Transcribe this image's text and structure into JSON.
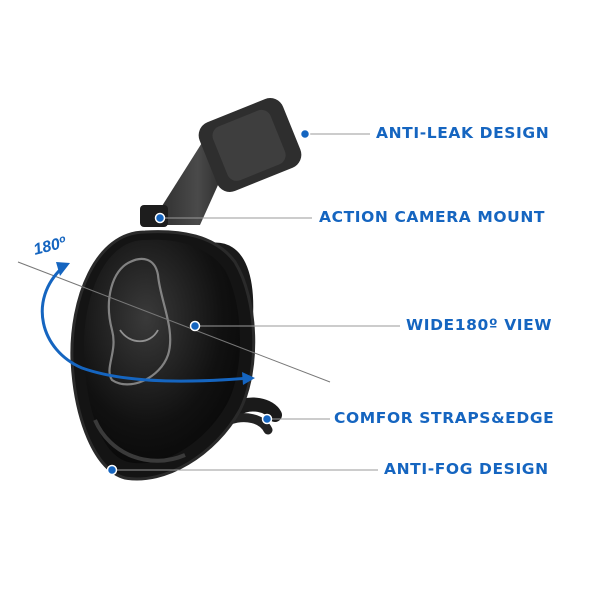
{
  "callouts": [
    {
      "id": "anti-leak",
      "label": "ANTI-LEAK DESIGN"
    },
    {
      "id": "camera-mount",
      "label": "ACTION CAMERA MOUNT"
    },
    {
      "id": "wide-view",
      "label": "WIDE180º VIEW"
    },
    {
      "id": "straps",
      "label": "COMFOR STRAPS&EDGE"
    },
    {
      "id": "anti-fog",
      "label": "ANTI-FOG DESIGN"
    }
  ],
  "angle_label": "180º",
  "colors": {
    "accent": "#1565c0",
    "mask": "#111111",
    "lines": "#9a9a9a"
  }
}
